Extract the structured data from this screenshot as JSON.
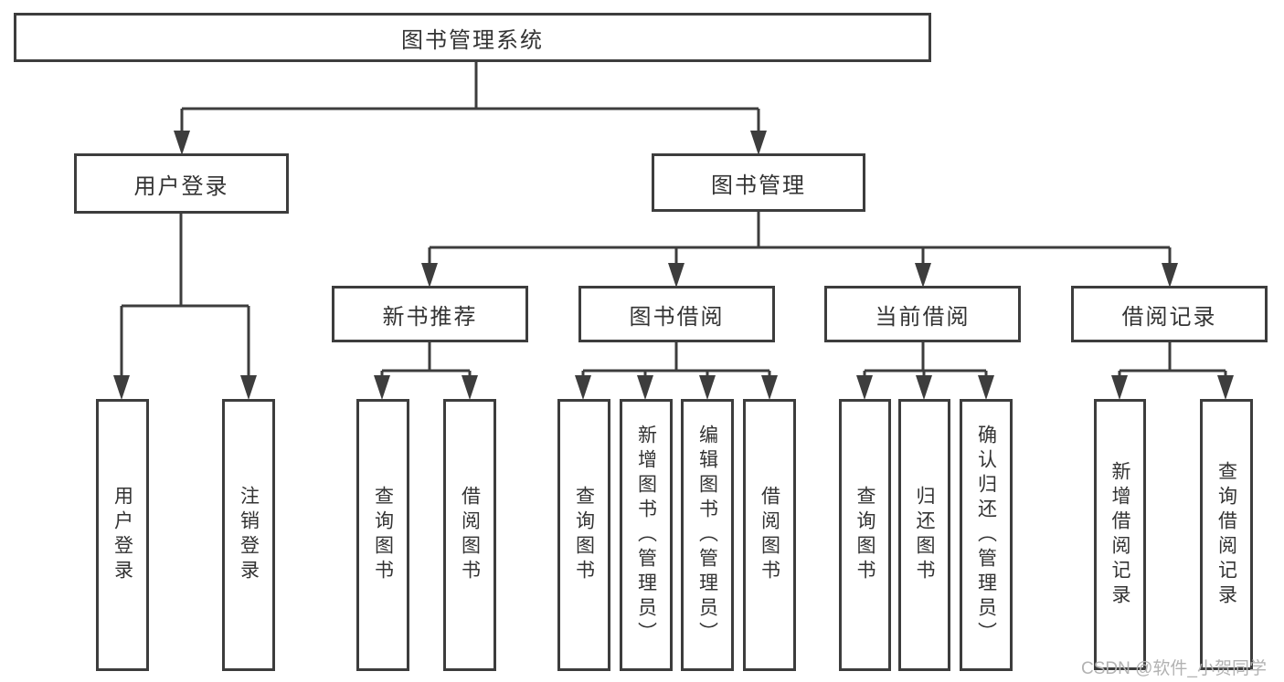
{
  "diagram": {
    "root": {
      "label": "图书管理系统"
    },
    "level2": [
      {
        "id": "user-login",
        "label": "用户登录"
      },
      {
        "id": "book-management",
        "label": "图书管理"
      }
    ],
    "level3": [
      {
        "id": "new-book-recommendation",
        "label": "新书推荐",
        "parent": "图书管理"
      },
      {
        "id": "book-borrowing",
        "label": "图书借阅",
        "parent": "图书管理"
      },
      {
        "id": "current-borrowing",
        "label": "当前借阅",
        "parent": "图书管理"
      },
      {
        "id": "borrowing-records",
        "label": "借阅记录",
        "parent": "图书管理"
      }
    ],
    "level4": [
      {
        "id": "user-login-leaf",
        "label": "用户登录",
        "parent": "用户登录"
      },
      {
        "id": "logout",
        "label": "注销登录",
        "parent": "用户登录"
      },
      {
        "id": "query-books-recommend",
        "label": "查询图书",
        "parent": "新书推荐"
      },
      {
        "id": "borrow-books-recommend",
        "label": "借阅图书",
        "parent": "新书推荐"
      },
      {
        "id": "query-books-borrow",
        "label": "查询图书",
        "parent": "图书借阅"
      },
      {
        "id": "add-books-admin",
        "label": "新增图书（管理员）",
        "parent": "图书借阅"
      },
      {
        "id": "edit-books-admin",
        "label": "编辑图书（管理员）",
        "parent": "图书借阅"
      },
      {
        "id": "borrow-books-borrow",
        "label": "借阅图书",
        "parent": "图书借阅"
      },
      {
        "id": "query-books-current",
        "label": "查询图书",
        "parent": "当前借阅"
      },
      {
        "id": "return-books",
        "label": "归还图书",
        "parent": "当前借阅"
      },
      {
        "id": "confirm-return-admin",
        "label": "确认归还（管理员）",
        "parent": "当前借阅"
      },
      {
        "id": "add-borrow-record",
        "label": "新增借阅记录",
        "parent": "借阅记录"
      },
      {
        "id": "query-borrow-record",
        "label": "查询借阅记录",
        "parent": "借阅记录"
      }
    ],
    "watermark": "CSDN @软件_小贺同学",
    "colors": {
      "line": "#3d3d3d",
      "text": "#333333",
      "watermark": "#b2b2b2",
      "background": "#ffffff"
    }
  }
}
